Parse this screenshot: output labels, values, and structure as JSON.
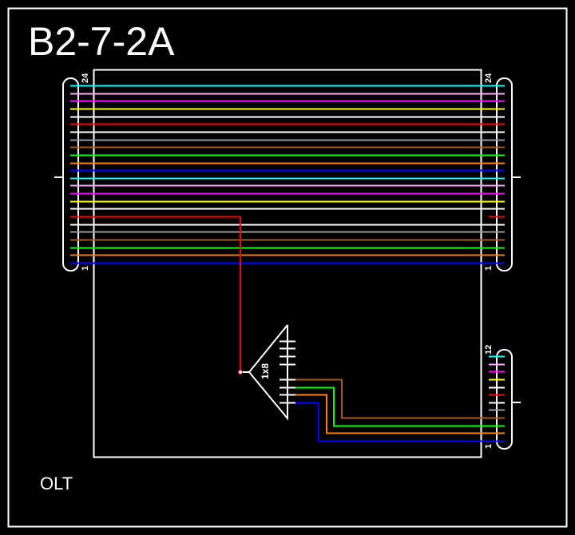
{
  "title": "B2-7-2A",
  "location_label": "OLT",
  "splitter_label": "1x8",
  "cable_in": {
    "first_label": "1",
    "last_label": "24",
    "fiber_count": 24
  },
  "cable_through": {
    "first_label": "1",
    "last_label": "24",
    "fiber_count": 24
  },
  "cable_out": {
    "first_label": "1",
    "last_label": "12",
    "fiber_count": 12
  },
  "fiber_colors": [
    "#0000ff",
    "#ff8000",
    "#00ff00",
    "#a05a20",
    "#999999",
    "#ffffff",
    "#ff0000",
    "#ffffff",
    "#ffff00",
    "#ff00ff",
    "#ffaaff",
    "#00ffff"
  ],
  "spliced_fiber": 7,
  "splitter_outputs_used": [
    {
      "output": 5,
      "to_fiber": 4
    },
    {
      "output": 6,
      "to_fiber": 3
    },
    {
      "output": 7,
      "to_fiber": 2
    },
    {
      "output": 8,
      "to_fiber": 1
    }
  ]
}
